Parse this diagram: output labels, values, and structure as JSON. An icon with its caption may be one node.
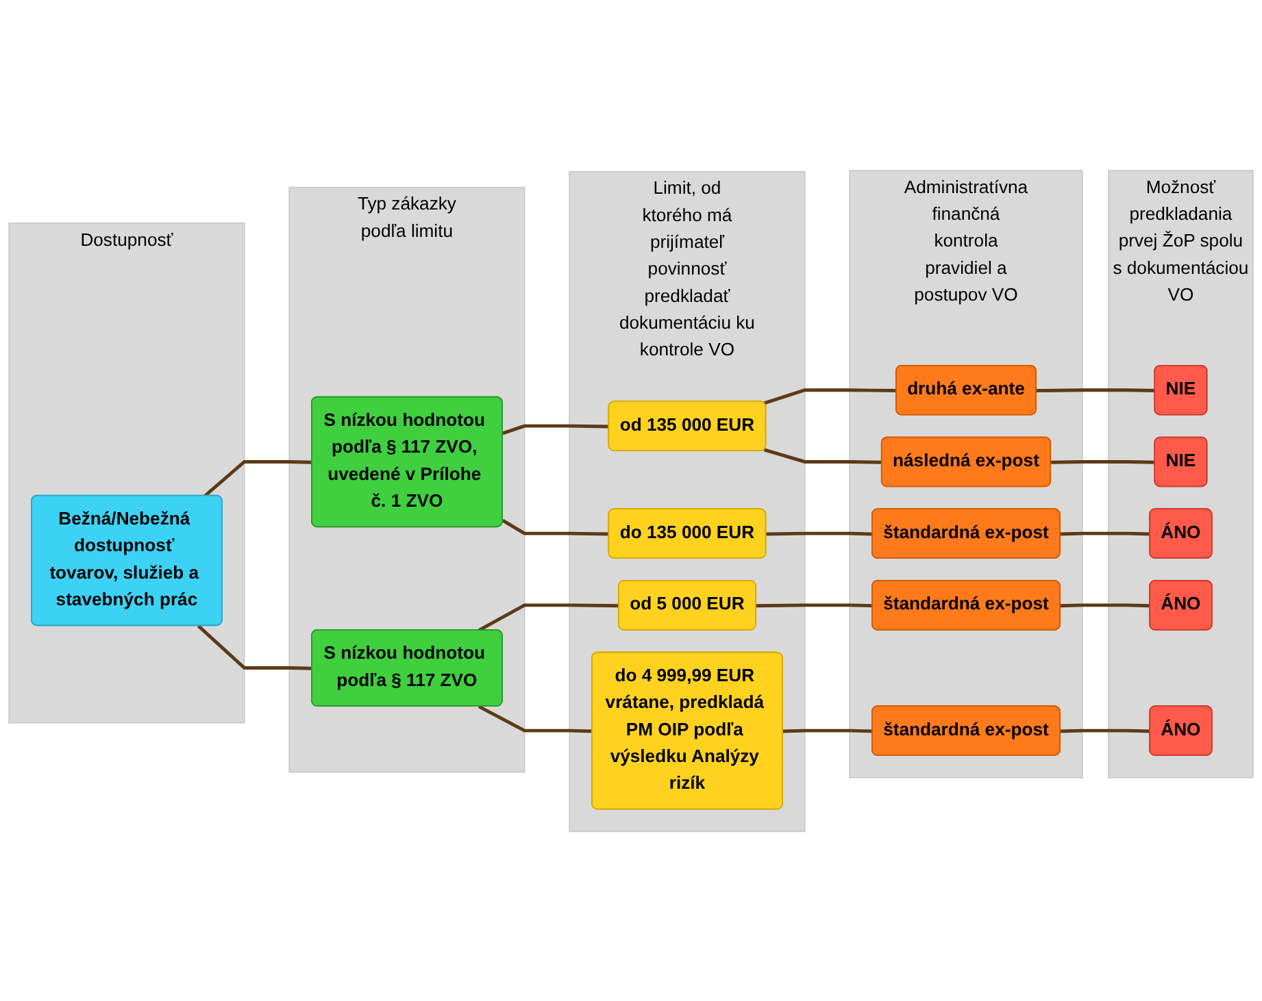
{
  "diagram": {
    "nodes": [
      {
        "text": [
          "Dostupnosť"
        ]
      },
      {
        "text": [
          "Typ zákazky podľa limitu"
        ]
      },
      {
        "text": [
          "Limit, od ktorého má prijímateľ povinnosť predkladať dokumentáciu ku kontrole VO"
        ]
      },
      {
        "text": [
          "Administratívna finančná kontrola pravidiel a postupov VO"
        ]
      },
      {
        "text": [
          "Možnosť predkladania prvej ŽoP spolu s dokumentáciou VO"
        ]
      },
      {
        "text": [
          "Bežná/Nebežná dostupnosť tovarov, služieb a stavebných prác"
        ],
        "in": 0
      },
      {
        "text": [
          "S nízkou hodnotou podľa § 117 ZVO, uvedené v Prílohe č. 1 ZVO"
        ],
        "in": 1
      },
      {
        "text": [
          "S nízkou hodnotou podľa § 117 ZVO"
        ],
        "in": 1
      },
      {
        "text": [
          "od 135 000 EUR"
        ],
        "in": 2
      },
      {
        "text": [
          "do 135 000 EUR"
        ],
        "in": 2
      },
      {
        "text": [
          "od 5 000 EUR"
        ],
        "in": 2
      },
      {
        "text": [
          "do 4 999,99 EUR vrátane, predkladá PM OIP podľa výsledku Analýzy rizík"
        ],
        "in": 2
      },
      {
        "text": [
          "druhá ex-ante"
        ],
        "in": 3
      },
      {
        "text": [
          "následná ex-post"
        ],
        "in": 3
      },
      {
        "text": [
          "štandardná ex-post"
        ],
        "in": 3
      },
      {
        "text": [
          "štandardná ex-post"
        ],
        "in": 3
      },
      {
        "text": [
          "štandardná ex-post"
        ],
        "in": 3
      },
      {
        "text": [
          "NIE"
        ],
        "in": 4
      },
      {
        "text": [
          "NIE"
        ],
        "in": 4
      },
      {
        "text": [
          "ÁNO"
        ],
        "in": 4
      },
      {
        "text": [
          "ÁNO"
        ],
        "in": 4
      },
      {
        "text": [
          "ÁNO"
        ],
        "in": 4
      }
    ],
    "edges": [
      {
        "from": 5,
        "to": 6,
        "arrow": "none"
      },
      {
        "from": 5,
        "to": 7,
        "arrow": "none"
      },
      {
        "from": 6,
        "to": 8,
        "arrow": "none"
      },
      {
        "from": 6,
        "to": 9,
        "arrow": "none"
      },
      {
        "from": 7,
        "to": 10,
        "arrow": "none"
      },
      {
        "from": 7,
        "to": 11,
        "arrow": "none"
      },
      {
        "from": 8,
        "to": 12,
        "arrow": "none"
      },
      {
        "from": 8,
        "to": 13,
        "arrow": "none"
      },
      {
        "from": 9,
        "to": 14,
        "arrow": "none"
      },
      {
        "from": 10,
        "to": 15,
        "arrow": "none"
      },
      {
        "from": 11,
        "to": 16,
        "arrow": "none"
      },
      {
        "from": 12,
        "to": 17,
        "arrow": "none"
      },
      {
        "from": 13,
        "to": 18,
        "arrow": "none"
      },
      {
        "from": 14,
        "to": 19,
        "arrow": "none"
      },
      {
        "from": 15,
        "to": 20,
        "arrow": "none"
      },
      {
        "from": 16,
        "to": 21,
        "arrow": "none"
      }
    ]
  }
}
